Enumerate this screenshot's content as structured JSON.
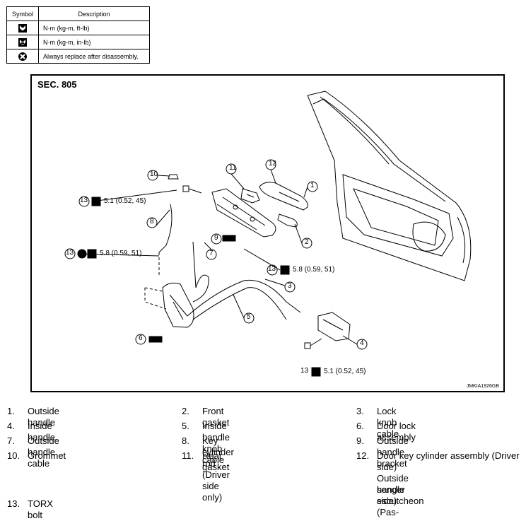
{
  "symbol_table": {
    "headers": [
      "Symbol",
      "Description"
    ],
    "rows": [
      {
        "icon": "torque-wrench-icon",
        "description": "N·m (kg-m, ft-lb)"
      },
      {
        "icon": "torque-wrench-small-icon",
        "description": "N·m (kg-m, in-lb)"
      },
      {
        "icon": "replace-icon",
        "description": "Always replace after disassembly."
      }
    ]
  },
  "diagram": {
    "section": "SEC. 805",
    "code": "JMKIA1926GB",
    "callouts": [
      "1",
      "2",
      "3",
      "4",
      "5",
      "6",
      "7",
      "8",
      "9",
      "10",
      "11",
      "12",
      "13",
      "13",
      "13",
      "13"
    ],
    "torques": [
      "5.1 (0.52, 45)",
      "5.8 (0.59, 51)",
      "5.8 (0.59, 51)",
      "5.1 (0.52, 45)"
    ]
  },
  "legend": [
    {
      "num": "1.",
      "text": "Outside handle"
    },
    {
      "num": "2.",
      "text": "Front gasket"
    },
    {
      "num": "3.",
      "text": "Lock knob cable"
    },
    {
      "num": "4.",
      "text": "Inside handle"
    },
    {
      "num": "5.",
      "text": "Inside handle knob cable"
    },
    {
      "num": "6.",
      "text": "Door lock assembly"
    },
    {
      "num": "7.",
      "text": "Outside handle cable"
    },
    {
      "num": "8.",
      "text": "Key cylinder rod (Driver side only)"
    },
    {
      "num": "9.",
      "text": "Outside handle bracket"
    },
    {
      "num": "10.",
      "text": "Grommet"
    },
    {
      "num": "11.",
      "text": "Rear gasket"
    },
    {
      "num": "12.",
      "text": "Door key cylinder assembly (Driver side)"
    },
    {
      "num": "",
      "text": "Outside handle escutcheon (Pas-"
    },
    {
      "num": "",
      "text": "senger side)"
    },
    {
      "num": "13.",
      "text": "TORX bolt"
    }
  ]
}
